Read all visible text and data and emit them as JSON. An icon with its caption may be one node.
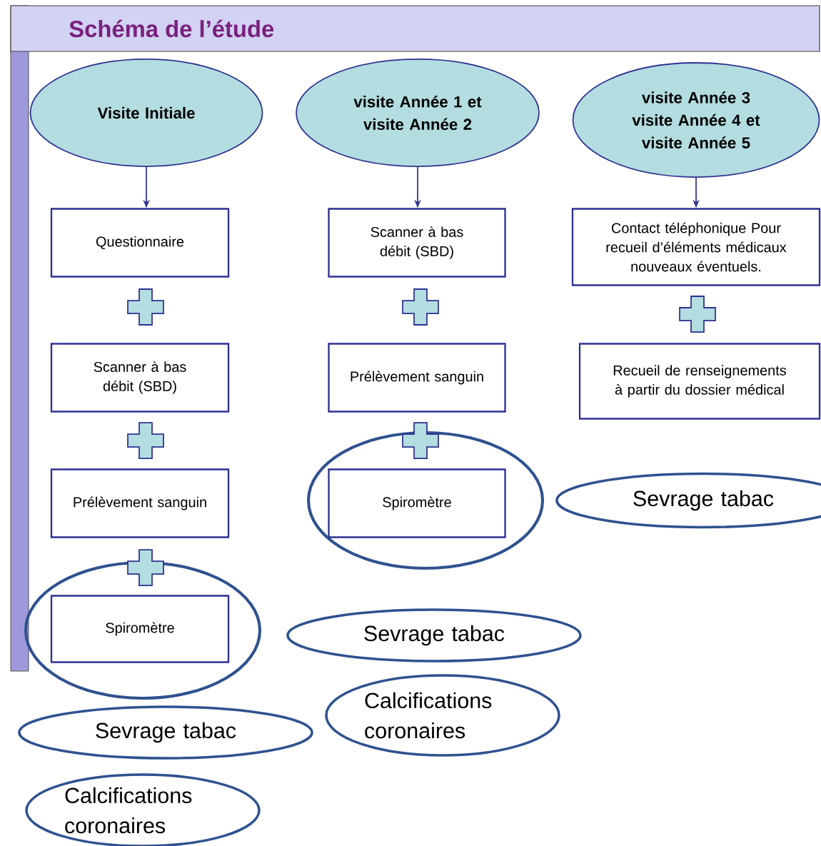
{
  "diagram": {
    "title": "Schéma de l’étude",
    "nodes": [
      {
        "text": [
          "Visite Initiale"
        ]
      },
      {
        "text": [
          "visite Année 1 et visite Année 2"
        ]
      },
      {
        "text": [
          "visite Année 3 visite Année 4 et visite Année 5"
        ]
      },
      {
        "text": [
          "Questionnaire"
        ]
      },
      {
        "text": [
          "Scanner à bas débit (SBD)"
        ]
      },
      {
        "text": [
          "Contact téléphonique Pour recueil d’éléments médicaux nouveaux éventuels."
        ]
      },
      {
        "text": [
          "Scanner à bas débit (SBD)"
        ]
      },
      {
        "text": [
          "Prélèvement sanguin"
        ]
      },
      {
        "text": [
          "Recueil de renseignements à partir du dossier médical"
        ]
      },
      {
        "text": [
          "Prélèvement sanguin"
        ]
      },
      {
        "text": [
          "Spiromètre"
        ]
      },
      {
        "text": [
          "Sevrage tabac"
        ]
      },
      {
        "text": [
          "Spiromètre"
        ]
      },
      {
        "text": [
          "Sevrage tabac"
        ]
      },
      {
        "text": [
          "Calcifications coronaires"
        ]
      },
      {
        "text": [
          "Sevrage tabac"
        ]
      },
      {
        "text": [
          "Calcifications coronaires"
        ]
      }
    ],
    "edges": [
      {
        "from": 0,
        "to": 3,
        "arrow": "to"
      },
      {
        "from": 1,
        "to": 4,
        "arrow": "to"
      },
      {
        "from": 2,
        "to": 5,
        "arrow": "to"
      }
    ]
  }
}
